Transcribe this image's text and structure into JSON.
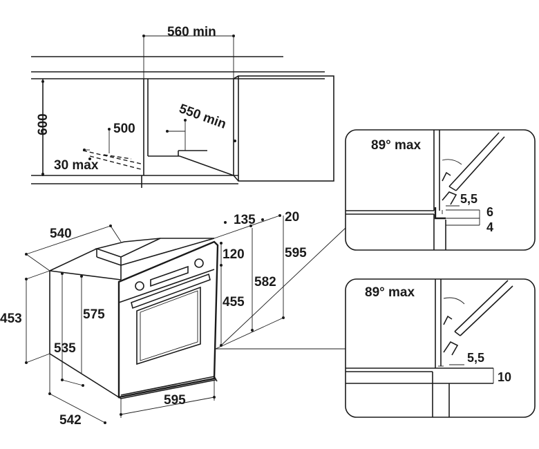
{
  "cabinet": {
    "width_min": "560 min",
    "depth_min": "550 min",
    "height": "600",
    "vent": "500",
    "gap": "30 max"
  },
  "oven": {
    "depth_total": "540",
    "panel_depth": "135",
    "panel_thickness": "20",
    "top_offset": "120",
    "height": "595",
    "inner_height": "582",
    "cavity_height": "455",
    "body_height": "453",
    "body_depth": "575",
    "base_depth": "535",
    "width": "595",
    "bottom_depth": "542"
  },
  "detail_top": {
    "angle": "89° max",
    "gap": "5,5",
    "offset_a": "6",
    "offset_b": "4"
  },
  "detail_bottom": {
    "angle": "89° max",
    "gap": "5,5",
    "offset": "10"
  }
}
